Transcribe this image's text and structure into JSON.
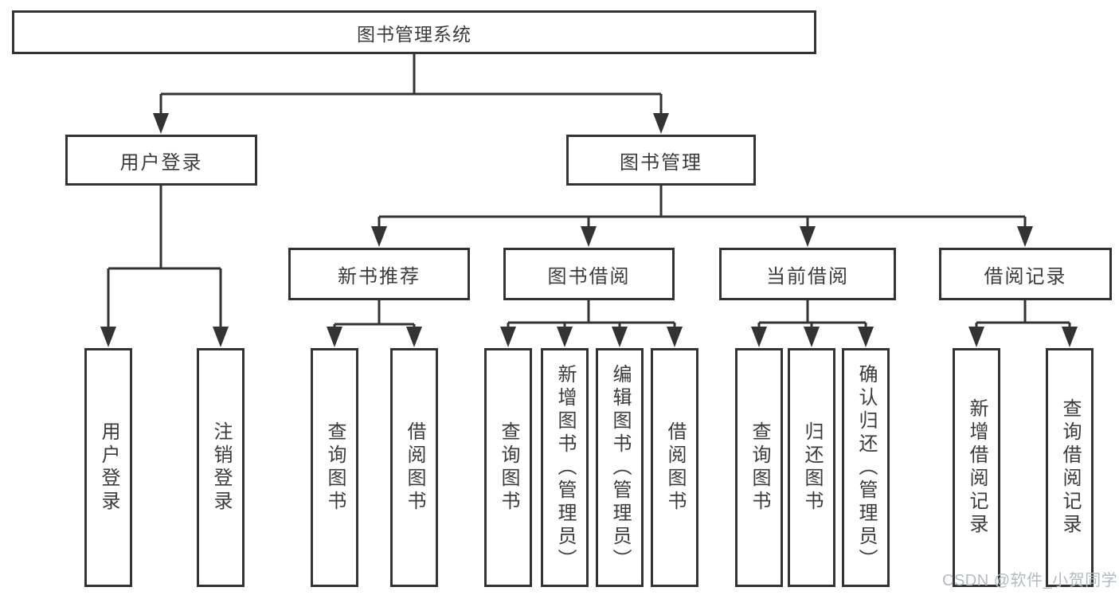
{
  "tree": {
    "root": {
      "label": "图书管理系统",
      "children": [
        {
          "label": "用户登录",
          "children": [
            {
              "label": "用户登录"
            },
            {
              "label": "注销登录"
            }
          ]
        },
        {
          "label": "图书管理",
          "children": [
            {
              "label": "新书推荐",
              "children": [
                {
                  "label": "查询图书"
                },
                {
                  "label": "借阅图书"
                }
              ]
            },
            {
              "label": "图书借阅",
              "children": [
                {
                  "label": "查询图书"
                },
                {
                  "label": "新增图书（管理员）"
                },
                {
                  "label": "编辑图书（管理员）"
                },
                {
                  "label": "借阅图书"
                }
              ]
            },
            {
              "label": "当前借阅",
              "children": [
                {
                  "label": "查询图书"
                },
                {
                  "label": "归还图书"
                },
                {
                  "label": "确认归还（管理员）"
                }
              ]
            },
            {
              "label": "借阅记录",
              "children": [
                {
                  "label": "新增借阅记录"
                },
                {
                  "label": "查询借阅记录"
                }
              ]
            }
          ]
        }
      ]
    }
  },
  "watermark": {
    "text": "CSDN @软件_小贺同学"
  },
  "colors": {
    "line": "#333333",
    "box_border": "#333333",
    "text": "#3b3b3b",
    "watermark": "#b4bac3",
    "background": "#ffffff"
  }
}
